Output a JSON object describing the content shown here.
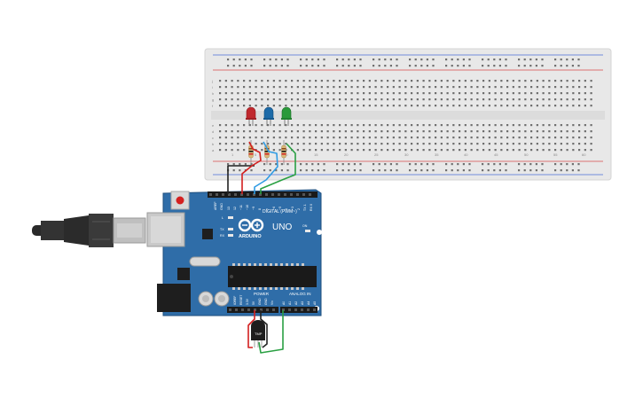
{
  "circuit": {
    "breadboard": {
      "body_color": "#e8e8e8",
      "hole_color": "#6f6f6f",
      "rail_red": "#d94b4b",
      "rail_blue": "#4b6fd9",
      "row_letters": [
        "a",
        "b",
        "c",
        "d",
        "e",
        "f",
        "g",
        "h",
        "i",
        "j"
      ],
      "column_numbers": [
        "1",
        "5",
        "10",
        "15",
        "20",
        "25",
        "30",
        "35",
        "40",
        "45",
        "50",
        "55",
        "60"
      ]
    },
    "leds": [
      {
        "name": "red-led",
        "color": "#c0282d"
      },
      {
        "name": "blue-led",
        "color": "#1c6aa8"
      },
      {
        "name": "green-led",
        "color": "#2a9a3a"
      }
    ],
    "wires": {
      "black": "#222222",
      "red": "#d42020",
      "blue": "#2f9be3",
      "green": "#2aa043"
    },
    "arduino": {
      "board_color": "#2f6da8",
      "logo_text": "ARDUINO",
      "model_text": "UNO",
      "digital_header_label": "DIGITAL (PWM~)",
      "power_header_label": "POWER",
      "analog_header_label": "ANALOG IN",
      "led_labels": [
        "L",
        "TX",
        "RX"
      ],
      "on_label": "ON",
      "digital_pin_labels": [
        "AREF",
        "GND",
        "13",
        "12",
        "~11",
        "~10",
        "~9",
        "8",
        "7",
        "~6",
        "~5",
        "4",
        "~3",
        "2",
        "TX 1",
        "RX 0"
      ],
      "power_pin_labels": [
        "IOREF",
        "RESET",
        "3.3V",
        "5V",
        "GND",
        "GND",
        "Vin"
      ],
      "analog_pin_labels": [
        "A0",
        "A1",
        "A2",
        "A3",
        "A4",
        "A5"
      ]
    },
    "sensor": {
      "label": "TMP"
    }
  }
}
